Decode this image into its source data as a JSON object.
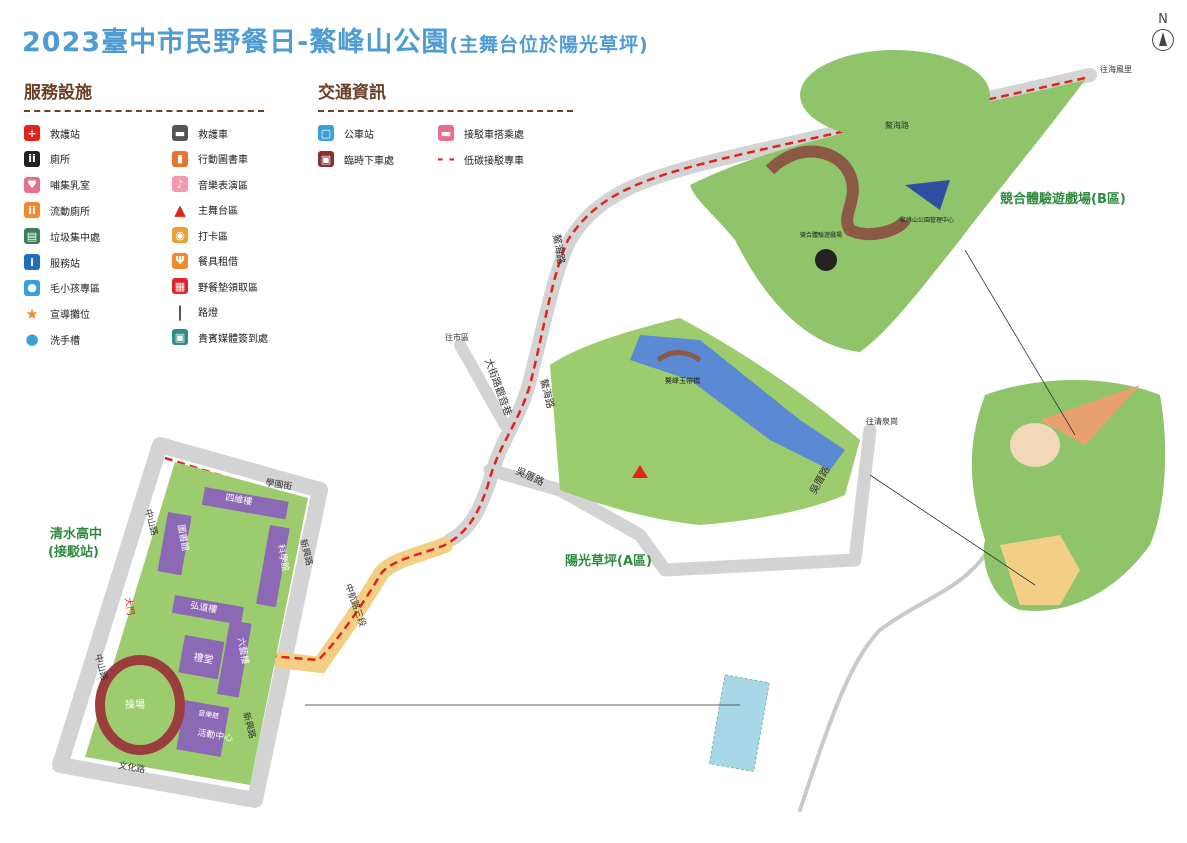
{
  "title": {
    "main": "2023臺中市民野餐日-鰲峰山公園",
    "sub": "(主舞台位於陽光草坪)"
  },
  "north": "N",
  "services": {
    "heading": "服務設施",
    "items": [
      {
        "label": "救護站",
        "icon": "first-aid-icon",
        "color": "#e2231a"
      },
      {
        "label": "廁所",
        "icon": "restroom-icon",
        "color": "#222222"
      },
      {
        "label": "哺集乳室",
        "icon": "nursing-room-icon",
        "color": "#e8708d"
      },
      {
        "label": "流動廁所",
        "icon": "portable-toilet-icon",
        "color": "#f08a2d"
      },
      {
        "label": "垃圾集中處",
        "icon": "trash-icon",
        "color": "#3e7d5b"
      },
      {
        "label": "服務站",
        "icon": "info-icon",
        "color": "#1e6fc0"
      },
      {
        "label": "毛小孩專區",
        "icon": "pet-paw-icon",
        "color": "#3aa0d8"
      },
      {
        "label": "宣導攤位",
        "icon": "star-icon",
        "color": "#f08a2d"
      },
      {
        "label": "洗手槽",
        "icon": "water-drop-icon",
        "color": "#3aa0d8"
      },
      {
        "label": "救護車",
        "icon": "ambulance-icon",
        "color": "#555555"
      },
      {
        "label": "行動圖書車",
        "icon": "book-bus-icon",
        "color": "#e8732d"
      },
      {
        "label": "音樂表演區",
        "icon": "music-icon",
        "color": "#f29ab0"
      },
      {
        "label": "主舞台區",
        "icon": "triangle-stage-icon",
        "color": "#e2231a"
      },
      {
        "label": "打卡區",
        "icon": "camera-icon",
        "color": "#e8a13a"
      },
      {
        "label": "餐具租借",
        "icon": "utensils-icon",
        "color": "#f08a2d"
      },
      {
        "label": "野餐墊領取區",
        "icon": "picnic-mat-icon",
        "color": "#e2232a"
      },
      {
        "label": "路燈",
        "icon": "street-light-icon",
        "color": "#333333"
      },
      {
        "label": "貴賓媒體簽到處",
        "icon": "vip-signin-icon",
        "color": "#2e8b8b"
      }
    ]
  },
  "transport": {
    "heading": "交通資訊",
    "items": [
      {
        "label": "公車站",
        "icon": "bus-stop-icon",
        "color": "#3aa0d8"
      },
      {
        "label": "臨時下車處",
        "icon": "drop-off-icon",
        "color": "#8b2f2f"
      },
      {
        "label": "接駁車搭乘處",
        "icon": "shuttle-icon",
        "color": "#e8708d"
      },
      {
        "label": "低碳接駁專車",
        "icon": "shuttle-route-icon",
        "color": "#e2231a"
      }
    ]
  },
  "map_labels": {
    "zone_a": "陽光草坪(A區)",
    "zone_b": "競合體驗遊戲場(B區)",
    "school": "清水高中",
    "school_sub": "(接駁站)",
    "bridge": "鰲峰玉帶橋",
    "mgmt": "鰲峰山公園管理中心",
    "play": "競合體驗遊戲場",
    "to_city": "往市區",
    "to_harbor": "往海風里",
    "to_qingquan": "往清泉崗",
    "road_aohai": "鰲海路",
    "road_aohai2": "鰲海路",
    "road_aohai3": "鰲海路",
    "road_wucuo": "吳厝路",
    "road_wucuo2": "吳厝路",
    "road_dajie": "大街路觀音巷",
    "road_zhonghang": "中航路三段",
    "road_xueyuan": "學園街",
    "road_xinxing": "新興路",
    "road_xinxing2": "新興路",
    "road_zhongshan": "中山路",
    "road_zhongshan2": "中山路",
    "road_wenhua": "文化路",
    "b_sittan": "四維樓",
    "b_library": "圖書館",
    "b_science": "科學館",
    "b_hongdao": "弘道樓",
    "b_liuyi": "六藝樓",
    "b_hall": "禮堂",
    "b_track": "操場",
    "b_music": "音樂館",
    "b_activity": "活動中心",
    "b_gate": "大門"
  }
}
